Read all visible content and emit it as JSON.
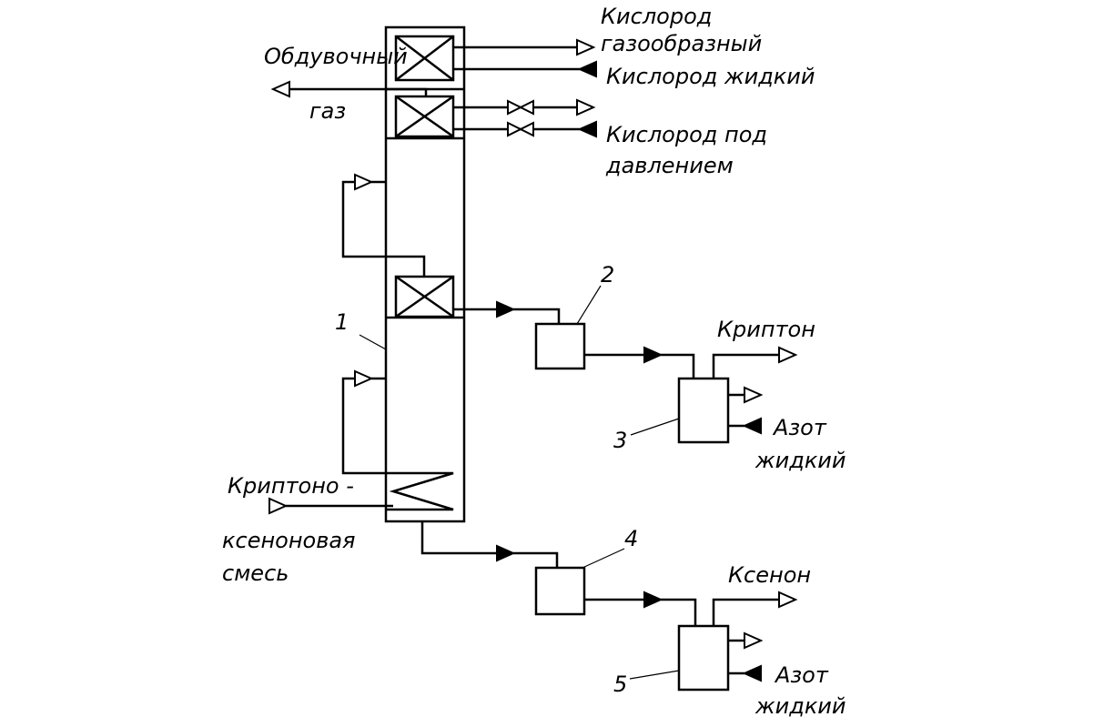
{
  "labels": {
    "oxygen_gas_1": "Кислород",
    "oxygen_gas_2": "газообразный",
    "oxygen_liquid": "Кислород жидкий",
    "oxygen_pressure_1": "Кислород под",
    "oxygen_pressure_2": "давлением",
    "purge_gas_1": "Обдувочный",
    "purge_gas_2": "газ",
    "feed_1": "Криптоно -",
    "feed_2": "ксеноновая",
    "feed_3": "смесь",
    "krypton": "Криптон",
    "xenon": "Ксенон",
    "nitrogen_1_a": "Азот",
    "nitrogen_1_b": "жидкий",
    "nitrogen_2_a": "Азот",
    "nitrogen_2_b": "жидкий"
  },
  "callouts": {
    "n1": "1",
    "n2": "2",
    "n3": "3",
    "n4": "4",
    "n5": "5"
  }
}
